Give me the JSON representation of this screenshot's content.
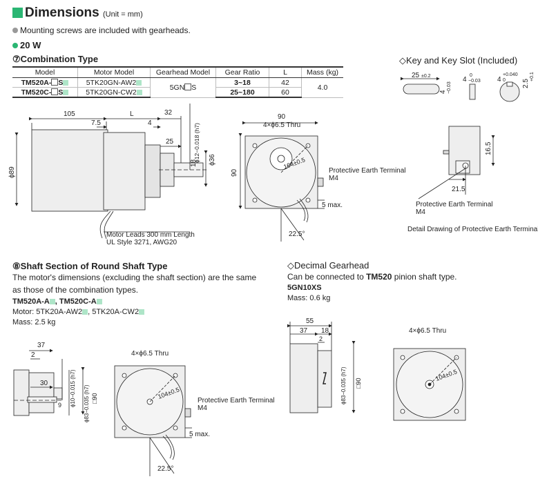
{
  "header": {
    "title": "Dimensions",
    "unit": "(Unit = mm)"
  },
  "note": "Mounting screws are included with gearheads.",
  "power": "20 W",
  "combination": {
    "title": "⑦Combination Type",
    "columns": [
      "Model",
      "Motor Model",
      "Gearhead Model",
      "Gear Ratio",
      "L",
      "Mass (kg)"
    ],
    "rows": [
      {
        "model": "TM520A-",
        "model_s": "S",
        "motor": "5TK20GN-AW2",
        "gear_ratio": "3~18",
        "L": "42"
      },
      {
        "model": "TM520C-",
        "model_s": "S",
        "motor": "5TK20GN-CW2",
        "gear_ratio": "25~180",
        "L": "60"
      }
    ],
    "gearhead_prefix": "5GN",
    "gearhead_suffix": "S",
    "mass": "4.0"
  },
  "key": {
    "title": "◇Key and Key Slot (Included)",
    "dim_25": "25",
    "tol_25": "±0.2",
    "dim_4a": "4",
    "tol_4a": "−0.03",
    "dim_4b": "4",
    "tol_4b": "−0.03",
    "dim_4c": "4",
    "tol_4c": "+0.040",
    "dim_25b": "2.5",
    "tol_25b": "+0.1",
    "zero": "0"
  },
  "detail": {
    "dim_16_5": "16.5",
    "dim_21_5": "21.5",
    "pe_label": "Protective Earth Terminal",
    "pe_m4": "M4",
    "caption": "Detail Drawing of Protective Earth Terminal"
  },
  "main_drawing": {
    "dim_105": "105",
    "dim_L": "L",
    "dim_32": "32",
    "dim_7_5": "7.5",
    "dim_4": "4",
    "dim_25": "25",
    "dim_shaft": "ϕ12−0.018 (h7)",
    "dim_18": "18",
    "dim_36": "ϕ36",
    "dim_89": "ϕ89",
    "leads1": "Motor Leads 300 mm Length",
    "leads2": "UL Style 3271, AWG20",
    "dim_90_top": "90",
    "holes": "4×ϕ6.5 Thru",
    "dim_90_side": "90",
    "pcd": "104±0.5",
    "pe_label": "Protective Earth Terminal",
    "pe_m4": "M4",
    "dim_5max": "5 max.",
    "angle": "22.5°"
  },
  "round": {
    "title": "⑧Shaft Section of Round Shaft Type",
    "desc1": "The motor's dimensions (excluding the shaft section) are the same",
    "desc2": "as those of the combination types.",
    "model1": "TM520A-A",
    "model2": "TM520C-A",
    "motor_prefix": "Motor: ",
    "motor1": "5TK20A-AW2",
    "motor2": "5TK20A-CW2",
    "mass": "Mass: 2.5 kg",
    "dim_37": "37",
    "dim_2": "2",
    "dim_30": "30",
    "dim_9": "9",
    "dim_shaft": "ϕ10−0.015 (h7)",
    "dim_83": "ϕ83−0.035 (h7)",
    "dim_sq90": "□90",
    "holes": "4×ϕ6.5 Thru",
    "pcd": "104±0.5",
    "pe_label": "Protective Earth Terminal",
    "pe_m4": "M4",
    "dim_5max": "5 max.",
    "angle": "22.5°"
  },
  "decimal": {
    "title": "◇Decimal Gearhead",
    "desc_pre": "Can be connected to ",
    "desc_model": "TM520",
    "desc_post": " pinion shaft type.",
    "model": "5GN10XS",
    "mass": "Mass: 0.6 kg",
    "dim_55": "55",
    "dim_37": "37",
    "dim_18": "18",
    "dim_2": "2",
    "dim_83": "ϕ83−0.035 (h7)",
    "dim_sq90": "□90",
    "holes": "4×ϕ6.5 Thru",
    "pcd": "104±0.5"
  },
  "colors": {
    "accent": "#2bb673",
    "accent_light": "#aee5c8"
  }
}
